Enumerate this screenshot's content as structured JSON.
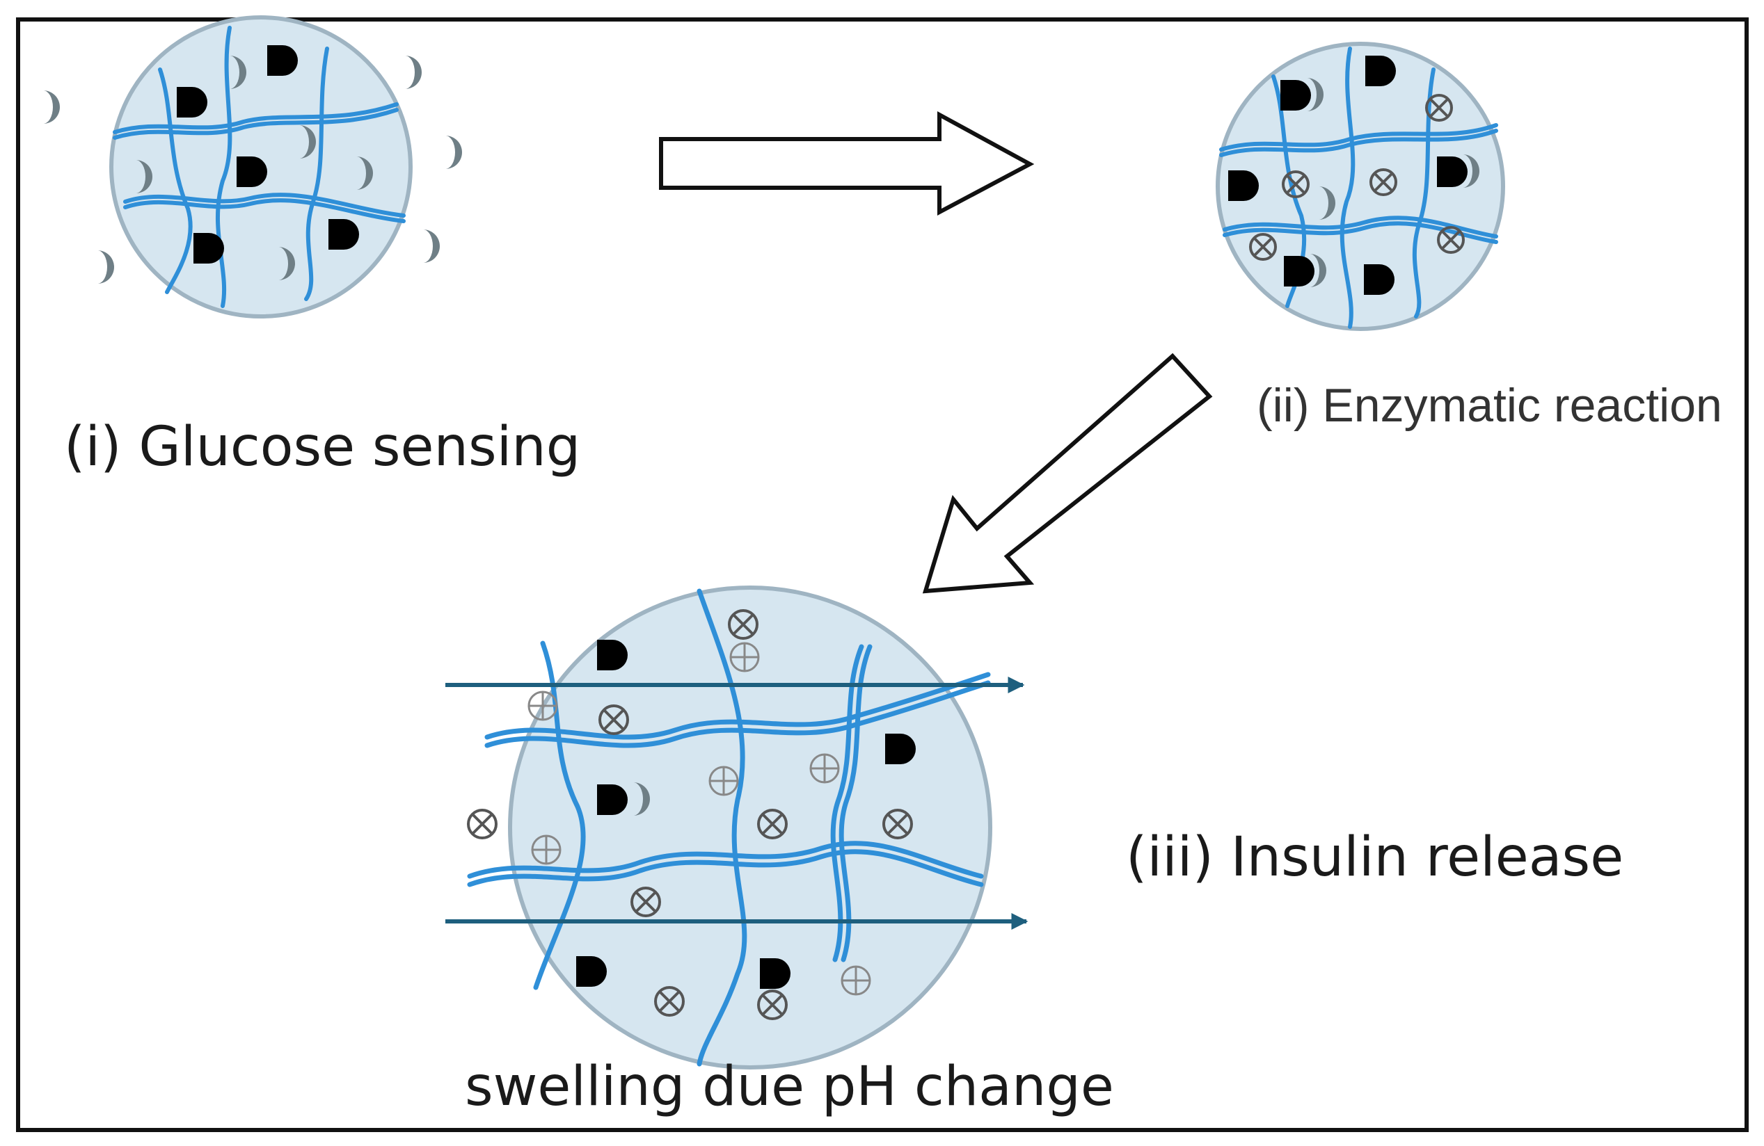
{
  "labels": {
    "glucose_sensing": "(i) Glucose sensing",
    "enzymatic_reaction": "(ii) Enzymatic reaction",
    "insulin_release": "(iii) Insulin release",
    "swelling": "swelling due pH change"
  },
  "colors": {
    "frame": "#111111",
    "particle_fill": "#d6e6f0",
    "particle_edge": "#9fb4c2",
    "polymer_network": "#2f8fd8",
    "glucose_oxidase": "#000000",
    "glucose": "#6f7f86",
    "ion": "#555555",
    "flow_arrow": "#1e5f7e",
    "process_arrow_outline": "#111111"
  },
  "legend_free_symbols": {
    "glucose_oxidase": "filled-square-with-round-right-side",
    "glucose": "crescent-shape",
    "negative_ion": "circled-x",
    "positive_ion": "circled-plus"
  }
}
